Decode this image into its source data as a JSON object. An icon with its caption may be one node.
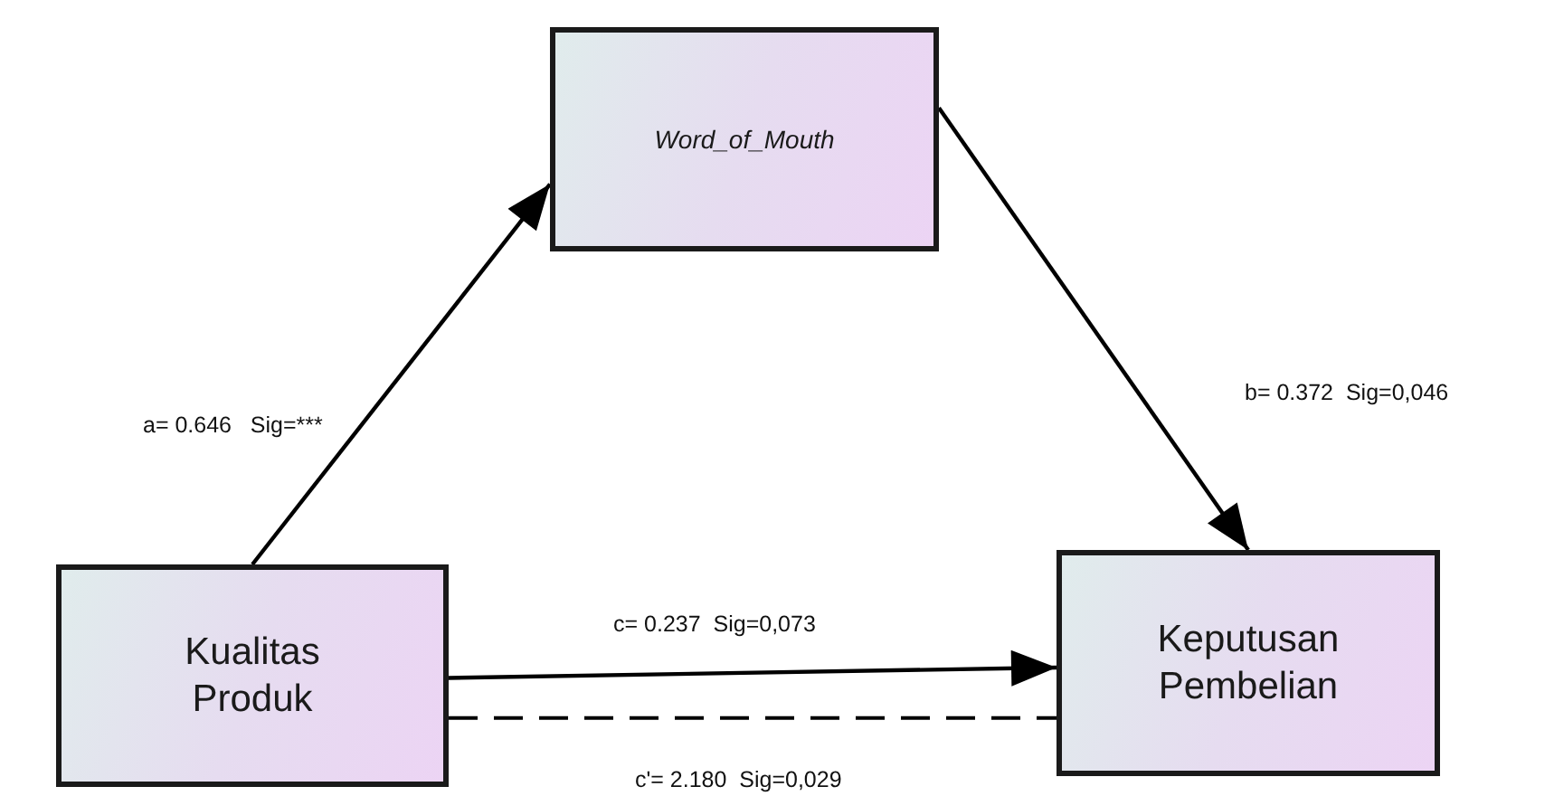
{
  "diagram": {
    "nodes": [
      {
        "text": [
          "Kualitas Produk"
        ]
      },
      {
        "text": [
          "Word_of_Mouth"
        ]
      },
      {
        "text": [
          "Keputusan Pembelian"
        ]
      }
    ],
    "edges": [
      {
        "from": 0,
        "to": 1,
        "arrow": "to",
        "label": "a= 0.646   Sig=***"
      },
      {
        "from": 1,
        "to": 2,
        "arrow": "to",
        "label": "b= 0.372  Sig=0,046"
      },
      {
        "from": 0,
        "to": 2,
        "arrow": "to",
        "label": "c= 0.237  Sig=0,073"
      },
      {
        "from": 0,
        "to": 2,
        "arrow": "none",
        "style": "dashed",
        "label": "c'= 2.180  Sig=0,029"
      }
    ]
  }
}
